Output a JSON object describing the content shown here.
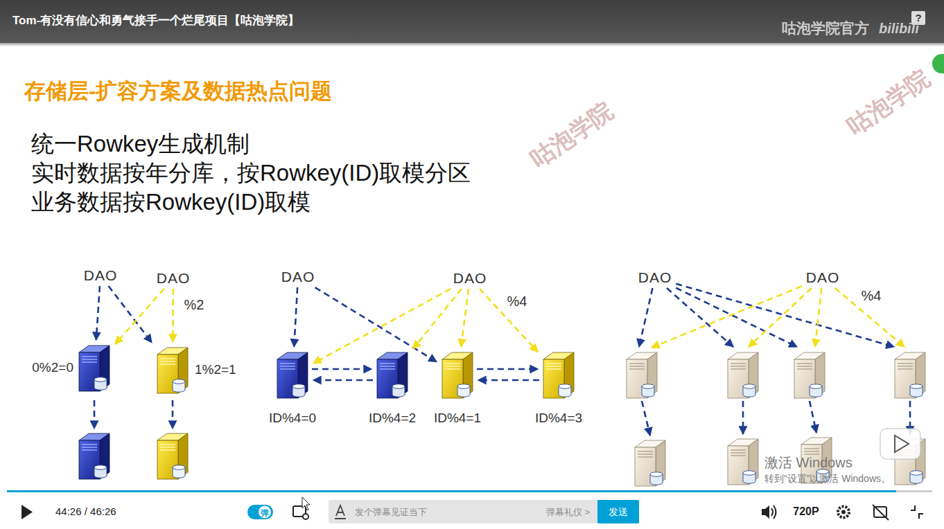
{
  "diagram": {
    "title": "存储层-扩容方案及数据热点问题",
    "nodes": [
      {
        "text": [
          "DAO"
        ]
      },
      {
        "text": [
          "DAO"
        ]
      },
      {
        "text": [
          "0%2=0"
        ]
      },
      {
        "text": [
          "1%2=1"
        ]
      },
      {
        "text": [
          "DAO"
        ]
      },
      {
        "text": [
          "DAO"
        ]
      },
      {
        "text": [
          "ID%4=0"
        ]
      },
      {
        "text": [
          "ID%4=2"
        ]
      },
      {
        "text": [
          "ID%4=1"
        ]
      },
      {
        "text": [
          "ID%4=3"
        ]
      },
      {
        "text": [
          "DAO"
        ]
      },
      {
        "text": [
          "DAO"
        ]
      }
    ],
    "edges": [
      {
        "from": 0,
        "to": 2,
        "arrow": "to"
      },
      {
        "from": 0,
        "to": 3,
        "arrow": "to"
      },
      {
        "from": 1,
        "to": 2,
        "arrow": "to"
      },
      {
        "from": 1,
        "to": 3,
        "arrow": "to"
      },
      {
        "from": 4,
        "to": 6,
        "arrow": "to"
      },
      {
        "from": 4,
        "to": 8,
        "arrow": "to"
      },
      {
        "from": 5,
        "to": 6,
        "arrow": "to"
      },
      {
        "from": 5,
        "to": 7,
        "arrow": "to"
      },
      {
        "from": 5,
        "to": 8,
        "arrow": "to"
      },
      {
        "from": 5,
        "to": 9,
        "arrow": "to"
      },
      {
        "from": 6,
        "to": 7,
        "arrow": "to"
      },
      {
        "from": 7,
        "to": 6,
        "arrow": "to"
      },
      {
        "from": 8,
        "to": 9,
        "arrow": "to"
      },
      {
        "from": 9,
        "to": 8,
        "arrow": "to"
      }
    ],
    "labels": [
      "Tom-有没有信心和勇气接手一个烂尾项目【咕泡学院】",
      "咕泡学院官方",
      "bilibili",
      "?",
      "咕泡学院",
      "咕泡学院",
      "统一Rowkey生成机制",
      "实时数据按年分库，按Rowkey(ID)取模分区",
      "业务数据按Rowkey(ID)取模",
      "%2",
      "%4",
      "%4",
      "激活 Windows",
      "转到“设置”以激活 Windows。",
      "44:26 / 46:26",
      "弹",
      "发个弹幕见证当下",
      "弹幕礼仪 >",
      "发送",
      "720P"
    ]
  }
}
